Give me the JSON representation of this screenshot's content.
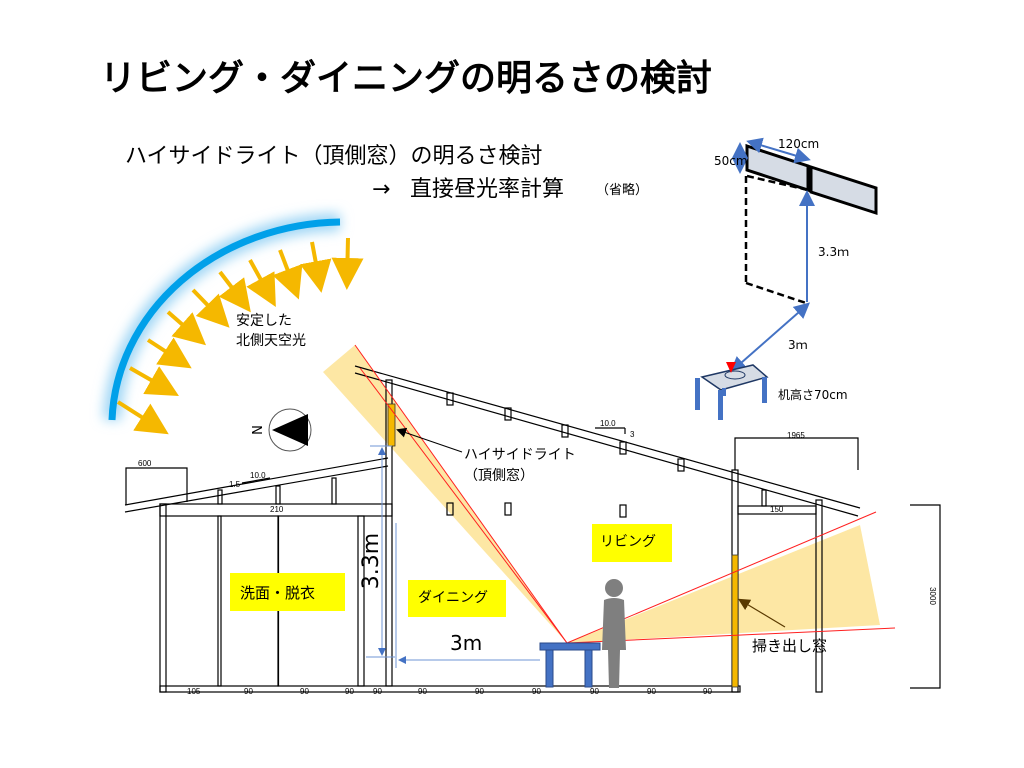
{
  "title": "リビング・ダイニングの明るさの検討",
  "subtitle": {
    "line1": "ハイサイドライト（頂側窓）の明るさ検討",
    "arrow": "→",
    "line2": "直接昼光率計算",
    "note": "（省略）"
  },
  "sky": {
    "label1": "安定した",
    "label2": "北側天空光"
  },
  "compass": {
    "north": "N"
  },
  "labels": {
    "highside1": "ハイサイドライト",
    "highside2": "（頂側窓）",
    "sweep_window": "掃き出し窓",
    "height_dim": "3.3m",
    "distance_dim": "3m"
  },
  "rooms": {
    "washroom": "洗面・脱衣",
    "dining": "ダイニング",
    "living": "リビング"
  },
  "drawing_dims": {
    "eave_left": "600",
    "slope_left_run": "10.0",
    "slope_left_rise": "1.5",
    "beam_left": "210",
    "slope_main_run": "10.0",
    "slope_main_rise": "3",
    "eave_right": "1965",
    "beam_right": "150",
    "height_right": "3000",
    "floor_spans": [
      "105",
      "90",
      "90",
      "90",
      "90",
      "90",
      "90",
      "90",
      "90",
      "90",
      "90"
    ]
  },
  "inset": {
    "width": "120cm",
    "height": "50cm",
    "vertical": "3.3ｍ",
    "distance": "3ｍ",
    "desk": "机高さ70cm"
  },
  "colors": {
    "sky_arc": "#00a0e9",
    "sun_arrow": "#f5b800",
    "light_wedge": "#fde49a",
    "room_label": "#ffff00",
    "dim_blue": "#4472c4",
    "window": "#f5b800"
  }
}
